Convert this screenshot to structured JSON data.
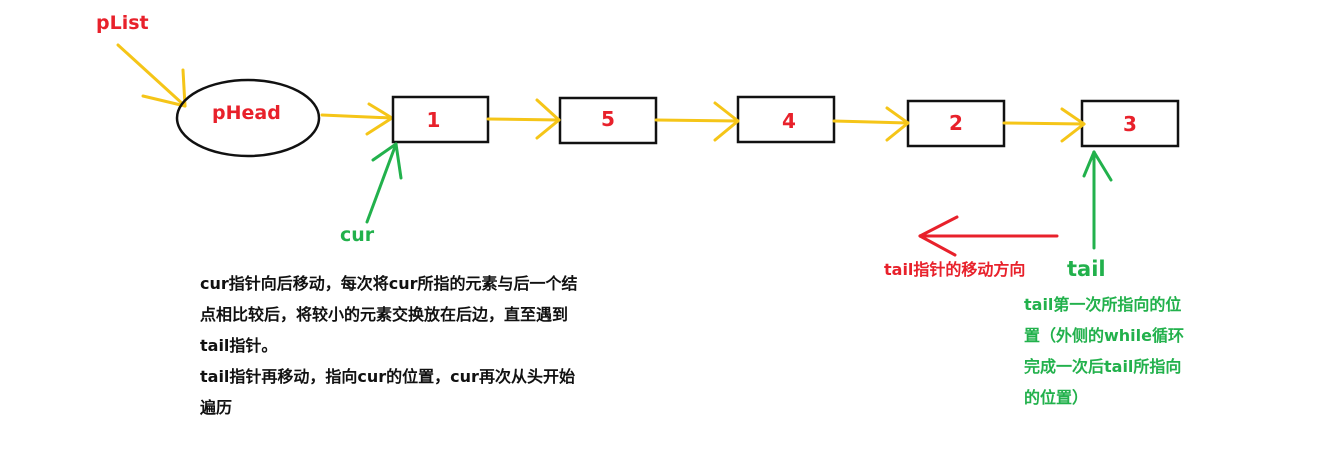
{
  "colors": {
    "arrow": "#f5c518",
    "label_red": "#e8212b",
    "label_green": "#22b14c",
    "outline": "#111111"
  },
  "labels": {
    "plist": "pList",
    "phead": "pHead",
    "cur": "cur",
    "tail": "tail",
    "tail_direction": "tail指针的移动方向"
  },
  "nodes": [
    "1",
    "5",
    "4",
    "2",
    "3"
  ],
  "left_note": [
    "cur指针向后移动，每次将cur所指的元素与后一个结",
    "点相比较后，将较小的元素交换放在后边，直至遇到",
    "tail指针。",
    "tail指针再移动，指向cur的位置，cur再次从头开始",
    "遍历"
  ],
  "right_note": [
    "tail第一次所指向的位",
    "置（外侧的while循环",
    "完成一次后tail所指向",
    "的位置）"
  ]
}
